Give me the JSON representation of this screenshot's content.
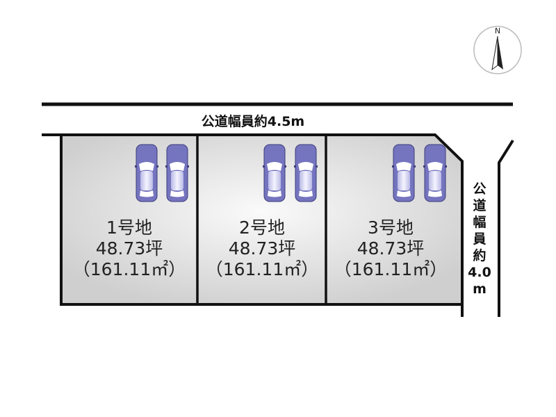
{
  "compass": {
    "label": "N"
  },
  "roads": {
    "top": "公道幅員約4.5m",
    "right_chars": [
      "公",
      "道",
      "幅",
      "員",
      "約",
      "4.0",
      "m"
    ]
  },
  "lots": [
    {
      "name": "1号地",
      "tsubo": "48.73坪",
      "sqm": "（161.11㎡）"
    },
    {
      "name": "2号地",
      "tsubo": "48.73坪",
      "sqm": "（161.11㎡）"
    },
    {
      "name": "3号地",
      "tsubo": "48.73坪",
      "sqm": "（161.11㎡）"
    }
  ],
  "colors": {
    "lot_fill": "#d9d9d9",
    "car": "#6f6fb8",
    "line": "#111111"
  }
}
